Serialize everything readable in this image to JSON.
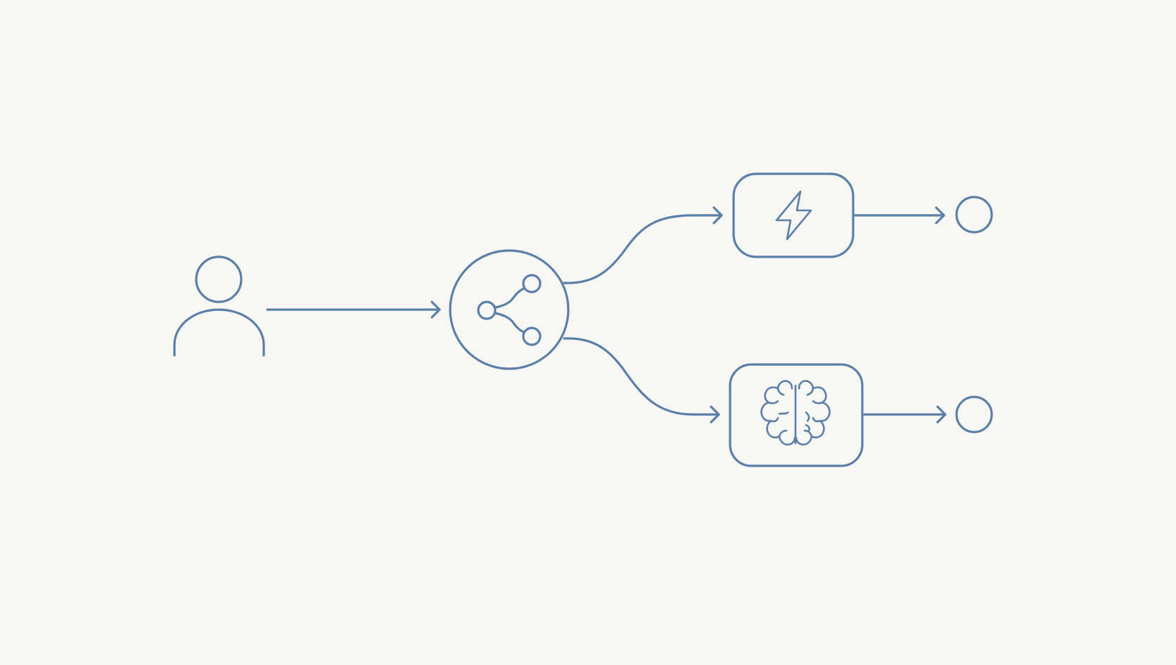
{
  "diagram": {
    "colors": {
      "background": "#f8f7f4",
      "stroke": "#5a7fa8"
    },
    "nodes": [
      {
        "id": "user",
        "icon": "user-icon",
        "shape": "none"
      },
      {
        "id": "router",
        "icon": "share-icon",
        "shape": "circle"
      },
      {
        "id": "fast",
        "icon": "lightning-icon",
        "shape": "rounded-rect"
      },
      {
        "id": "reasoning",
        "icon": "brain-icon",
        "shape": "rounded-rect"
      },
      {
        "id": "output-top",
        "icon": "",
        "shape": "small-circle"
      },
      {
        "id": "output-bottom",
        "icon": "",
        "shape": "small-circle"
      }
    ],
    "edges": [
      {
        "from": "user",
        "to": "router",
        "style": "straight-arrow"
      },
      {
        "from": "router",
        "to": "fast",
        "style": "curved-arrow"
      },
      {
        "from": "router",
        "to": "reasoning",
        "style": "curved-arrow"
      },
      {
        "from": "fast",
        "to": "output-top",
        "style": "straight-arrow"
      },
      {
        "from": "reasoning",
        "to": "output-bottom",
        "style": "straight-arrow"
      }
    ]
  }
}
